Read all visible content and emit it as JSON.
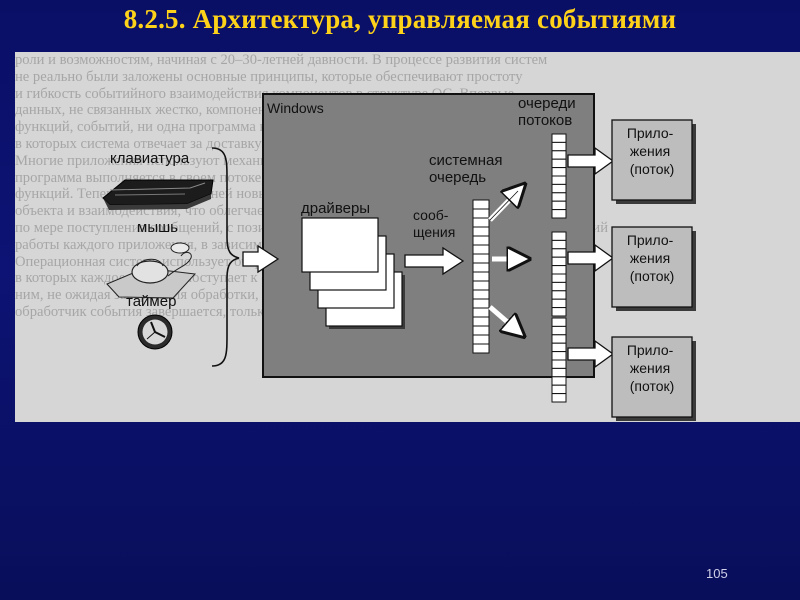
{
  "slide": {
    "title": "8.2.5. Архитектура, управляемая событиями",
    "page_number": "105"
  },
  "diagram": {
    "devices": [
      "клавиатура",
      "мышь",
      "таймер"
    ],
    "os_label": "Windows",
    "drivers_label": "драйверы",
    "messages_label": [
      "сооб-",
      "щения"
    ],
    "system_queue_label": [
      "системная",
      "очередь"
    ],
    "thread_queues_label": [
      "очереди",
      "потоков"
    ],
    "apps": [
      {
        "lines": [
          "Прило-",
          "жения",
          "(поток)"
        ]
      },
      {
        "lines": [
          "Прило-",
          "жения",
          "(поток)"
        ]
      },
      {
        "lines": [
          "Прило-",
          "жения",
          "(поток)"
        ]
      }
    ]
  },
  "background_text_lines": [
    "роли и возможностям, начиная с 20–30-летней давности. В процессе развития систем",
    "не реально были заложены основные принципы, которые обеспечивают простоту",
    "и гибкость событийного взаимодействия компонентов в структуре ОС. Впервые",
    "данных, не связанных жестко, компоненты системы ведут обмен сообщениями, после",
    "функций, событий, ни одна программа не зависит от действий других программ",
    "в которых система отвечает за доставку событий в очереди.",
    "Многие приложения используют механизм, который позволяет пользователю, что каждая",
    "программа выполняется в своем потоке, а система обеспечивает синхронизацию вызовов",
    "функций. Теперь появляются в ней новые механизмы, которые ОС реализует с помощью",
    "объекта и взаимодействия, что облегчает приложениям выполнение сложных задач,",
    "по мере поступления сообщений, с позиции, что программы являются обработчиками событий",
    "работы каждого приложения, в зависимости от конкретной модели программы.",
    "Операционная система использует очереди сообщений, и в этот раз сама является",
    "в которых каждое событие поступает к своему потоку, ОС осуществляет управление",
    "ним, не ожидая завершения обработки, и система действует по принципу обратной связи.",
    "обработчик события завершается, только после того, как выполнена вся работа."
  ]
}
